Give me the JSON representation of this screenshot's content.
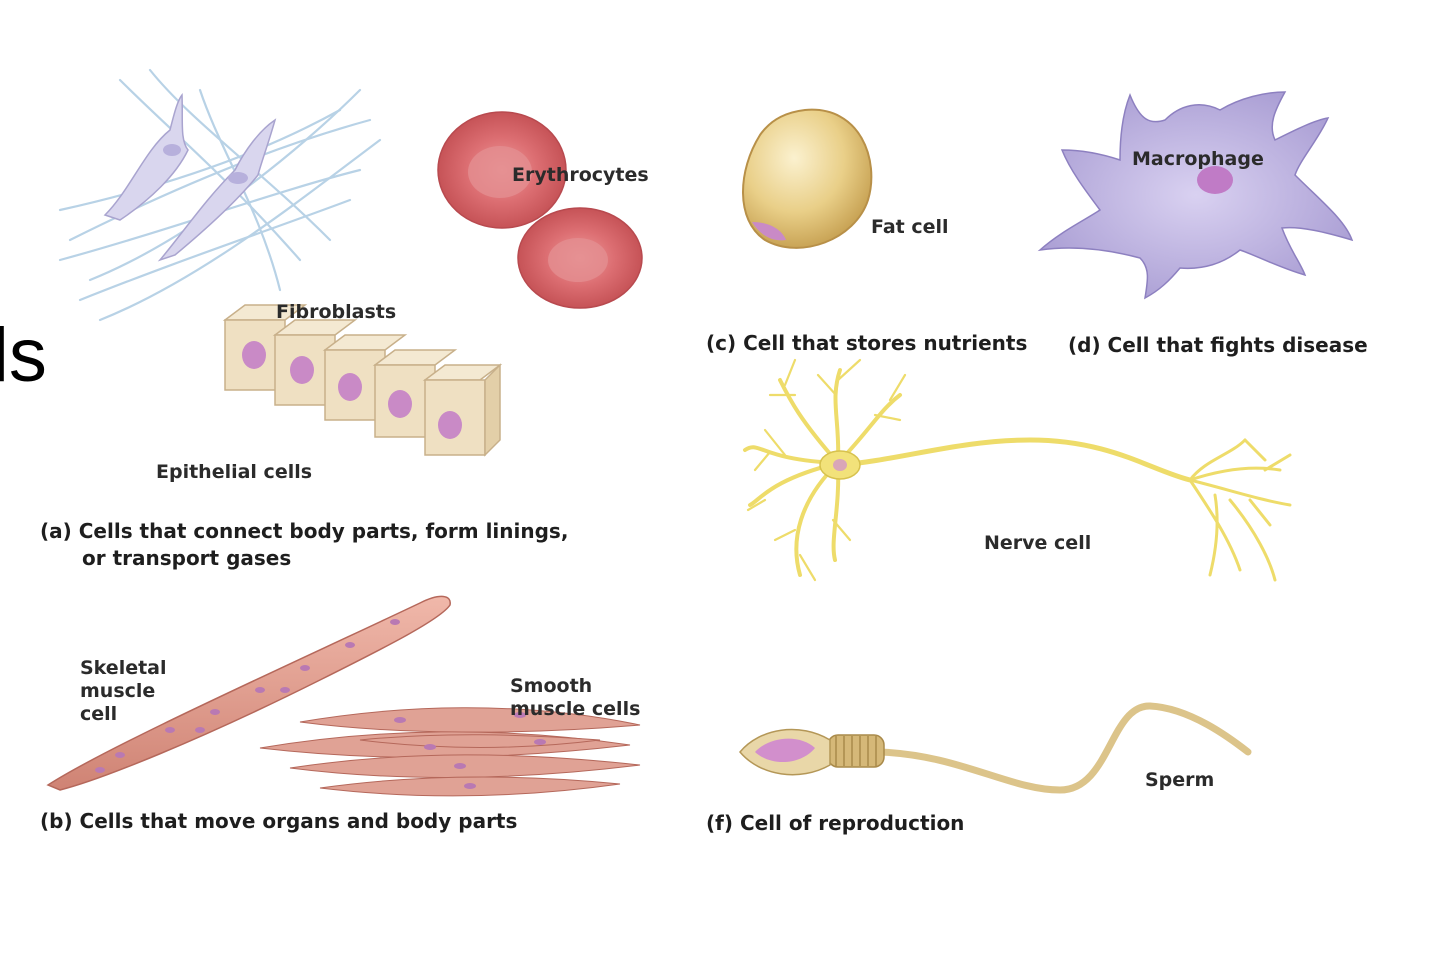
{
  "slide": {
    "partial_title": "ls"
  },
  "labels": {
    "erythrocytes": "Erythrocytes",
    "fibroblasts": "Fibroblasts",
    "epithelial": "Epithelial cells",
    "fat": "Fat cell",
    "macrophage": "Macrophage",
    "nerve": "Nerve cell",
    "skeletal": [
      "Skeletal",
      "muscle",
      "cell"
    ],
    "smooth": [
      "Smooth",
      "muscle cells"
    ],
    "sperm": "Sperm"
  },
  "captions": {
    "a": [
      "(a) Cells that connect body parts, form linings,",
      "or transport gases"
    ],
    "b": "(b) Cells that move organs and body parts",
    "c": "(c) Cell that stores nutrients",
    "d": "(d) Cell that fights disease",
    "f": "(f) Cell of reproduction"
  },
  "colors": {
    "fiber": "#b9d3e6",
    "fibroblast": "#d9d6ee",
    "erythrocyte": "#d9686b",
    "epithelial": "#efe0c2",
    "nucleus": "#c98ac6",
    "fat": "#e7cd86",
    "macrophage": "#b6acdc",
    "nerve": "#eedc6a",
    "muscle": "#e0a295",
    "sperm": "#dcc48a"
  }
}
